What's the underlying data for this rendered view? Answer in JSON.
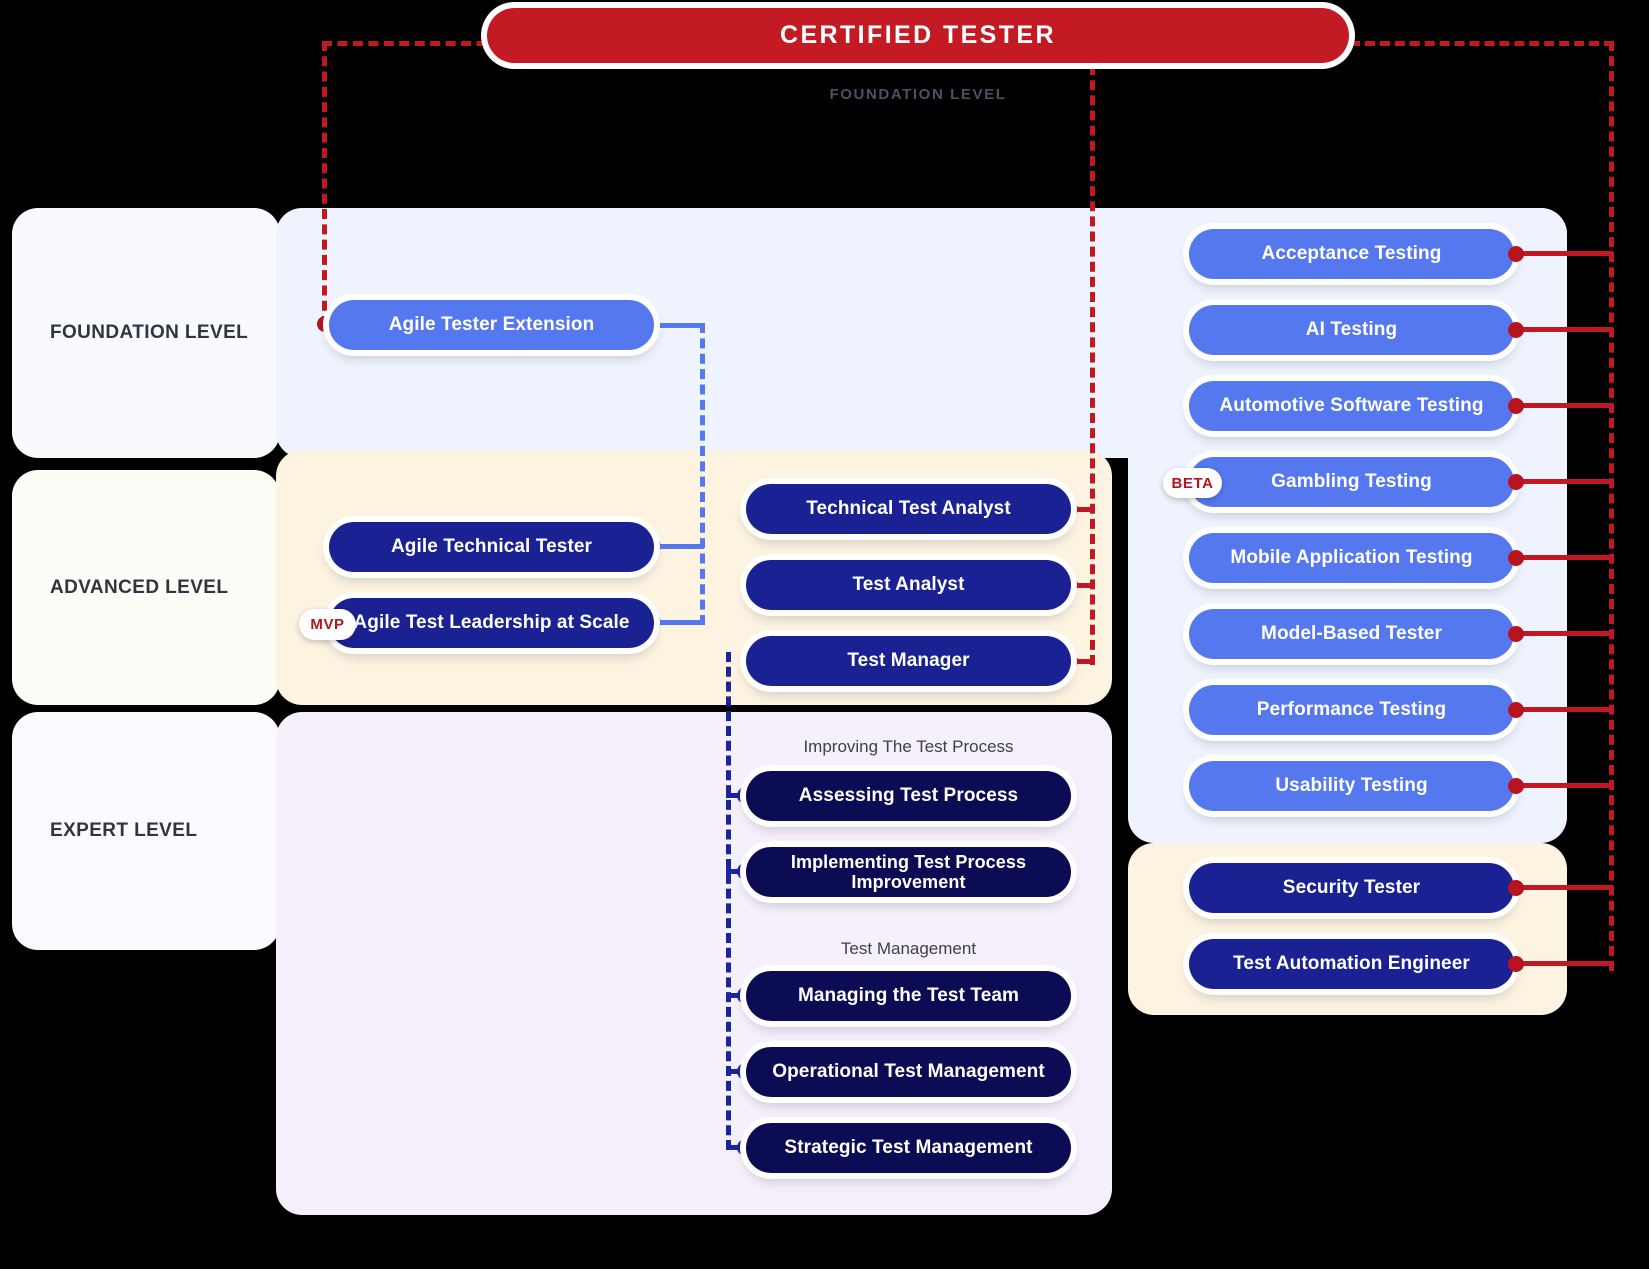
{
  "header": {
    "title": "CERTIFIED TESTER",
    "subtitle": "FOUNDATION LEVEL"
  },
  "levels": [
    {
      "key": "foundation",
      "label": "FOUNDATION LEVEL"
    },
    {
      "key": "advanced",
      "label": "ADVANCED LEVEL"
    },
    {
      "key": "expert",
      "label": "EXPERT LEVEL"
    }
  ],
  "foundation": {
    "certifications": [
      {
        "label": "Agile Tester Extension",
        "style": "lightblue",
        "badge": null
      }
    ]
  },
  "advanced": {
    "agile_track": [
      {
        "label": "Agile Technical Tester",
        "style": "midblue",
        "badge": null
      },
      {
        "label": "Agile Test Leadership at Scale",
        "style": "midblue",
        "badge": "MVP"
      }
    ],
    "core_track": [
      {
        "label": "Technical Test Analyst",
        "style": "midblue",
        "badge": null
      },
      {
        "label": "Test Analyst",
        "style": "midblue",
        "badge": null
      },
      {
        "label": "Test Manager",
        "style": "midblue",
        "badge": null
      }
    ]
  },
  "expert": {
    "groups": [
      {
        "caption": "Improving The Test Process",
        "items": [
          {
            "label": "Assessing Test Process",
            "style": "darkblue",
            "badge": null
          },
          {
            "label": "Implementing Test Process Improvement",
            "style": "darkblue",
            "badge": null
          }
        ]
      },
      {
        "caption": "Test Management",
        "items": [
          {
            "label": "Managing the Test Team",
            "style": "darkblue",
            "badge": null
          },
          {
            "label": "Operational Test Management",
            "style": "darkblue",
            "badge": null
          },
          {
            "label": "Strategic Test Management",
            "style": "darkblue",
            "badge": null
          }
        ]
      }
    ]
  },
  "specialist": {
    "foundation_specialist": [
      {
        "label": "Acceptance Testing",
        "style": "lightblue",
        "badge": null
      },
      {
        "label": "AI Testing",
        "style": "lightblue",
        "badge": null
      },
      {
        "label": "Automotive Software Testing",
        "style": "lightblue",
        "badge": null
      },
      {
        "label": "Gambling Testing",
        "style": "lightblue",
        "badge": "BETA"
      },
      {
        "label": "Mobile Application Testing",
        "style": "lightblue",
        "badge": null
      },
      {
        "label": "Model-Based Tester",
        "style": "lightblue",
        "badge": null
      },
      {
        "label": "Performance Testing",
        "style": "lightblue",
        "badge": null
      },
      {
        "label": "Usability Testing",
        "style": "lightblue",
        "badge": null
      }
    ],
    "advanced_specialist": [
      {
        "label": "Security Tester",
        "style": "midblue",
        "badge": null
      },
      {
        "label": "Test Automation Engineer",
        "style": "midblue",
        "badge": null
      }
    ]
  },
  "colors": {
    "brand_red": "#c41a23",
    "light_blue": "#5578ef",
    "mid_blue": "#192193",
    "dark_blue": "#0c0c55",
    "foundation_band": "#eef3fd",
    "advanced_band": "#fcf3e0",
    "expert_band": "#f6effc"
  }
}
